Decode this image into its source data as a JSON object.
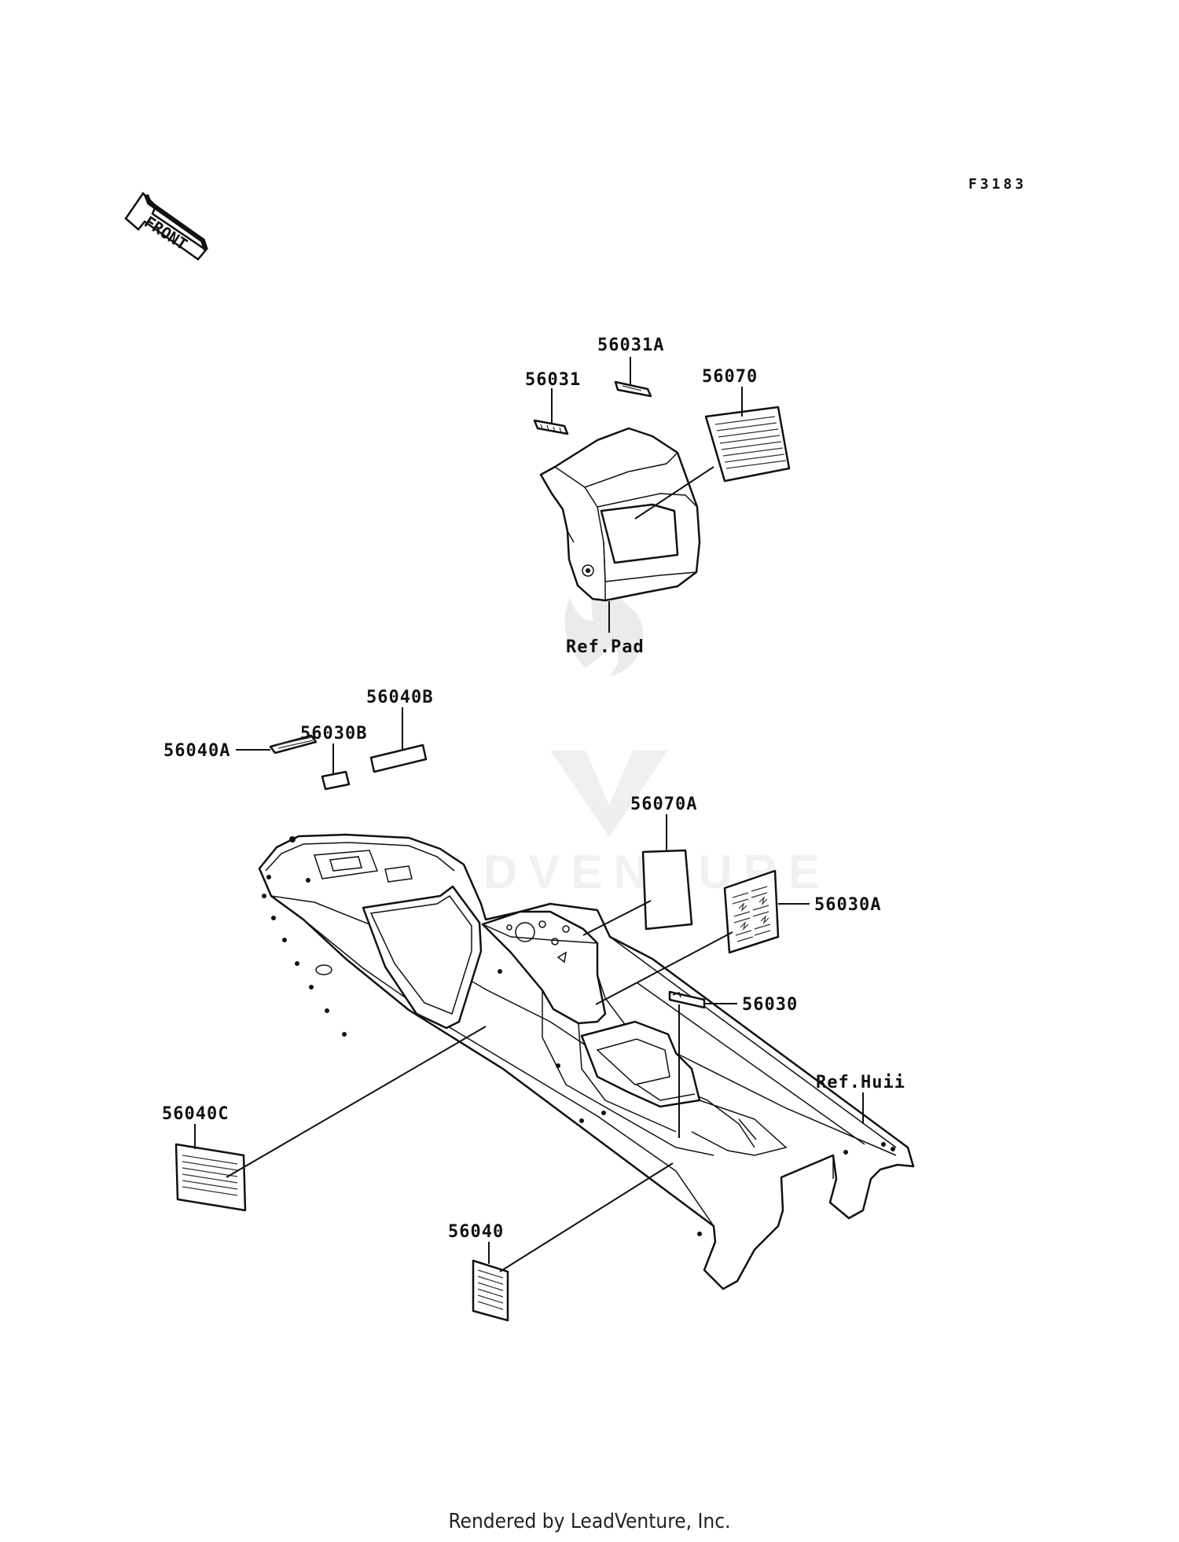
{
  "diagram": {
    "code": "F3183",
    "front_label": "FRONT",
    "labels": {
      "p56031": "56031",
      "p56031A": "56031A",
      "p56070": "56070",
      "ref_pad": "Ref.Pad",
      "p56040B": "56040B",
      "p56030B": "56030B",
      "p56040A": "56040A",
      "p56070A": "56070A",
      "p56030A": "56030A",
      "p56030": "56030",
      "ref_hull": "Ref.Huii",
      "p56040C": "56040C",
      "p56040": "56040"
    },
    "watermark": "LEADVENTURE"
  },
  "footer": {
    "text": "Rendered by LeadVenture, Inc."
  }
}
